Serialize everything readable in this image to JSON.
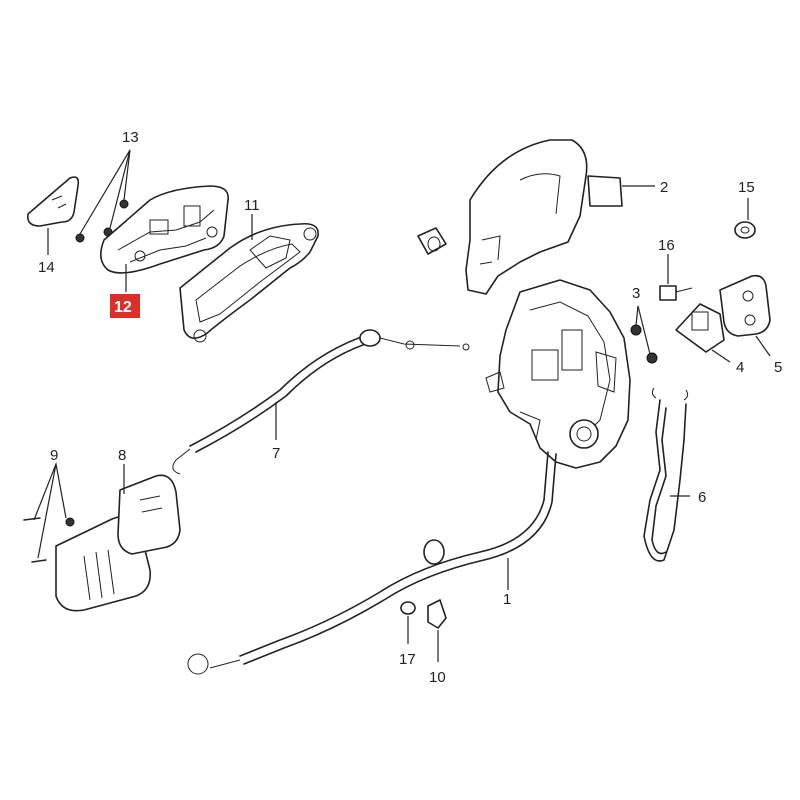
{
  "callouts": {
    "c1": "1",
    "c2": "2",
    "c3": "3",
    "c4": "4",
    "c5": "5",
    "c6": "6",
    "c7": "7",
    "c8": "8",
    "c9": "9",
    "c10": "10",
    "c11": "11",
    "c12": "12",
    "c13": "13",
    "c14": "14",
    "c15": "15",
    "c16": "16",
    "c17": "17"
  },
  "highlight": {
    "callout": "12",
    "color": "#d9302a"
  }
}
